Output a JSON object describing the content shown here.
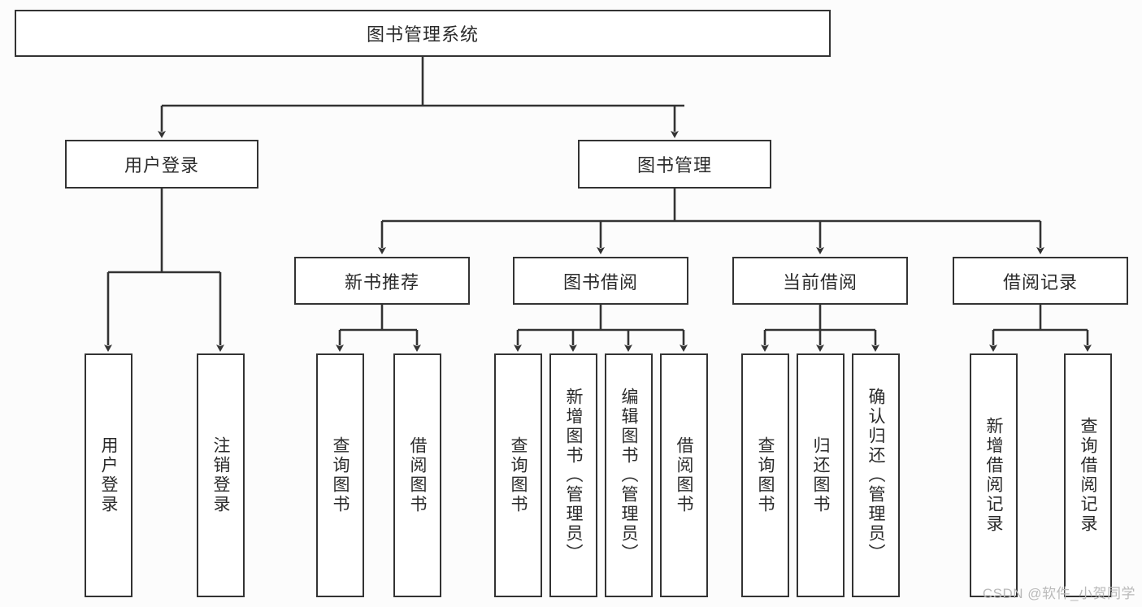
{
  "diagram": {
    "title": "图书管理系统",
    "type": "tree",
    "orientation": "top-down",
    "colors": {
      "background": "#fcfcfc",
      "box_fill": "#ffffff",
      "line": "#333333",
      "text": "#2b2b2b",
      "watermark": "#b9b9b9"
    },
    "root": {
      "label": "图书管理系统"
    },
    "level2": [
      {
        "label": "用户登录"
      },
      {
        "label": "图书管理"
      }
    ],
    "level3": [
      {
        "label": "新书推荐"
      },
      {
        "label": "图书借阅"
      },
      {
        "label": "当前借阅"
      },
      {
        "label": "借阅记录"
      }
    ],
    "leaves": {
      "user_login": [
        {
          "label": "用户登录"
        },
        {
          "label": "注销登录"
        }
      ],
      "new_book_recommend": [
        {
          "label": "查询图书"
        },
        {
          "label": "借阅图书"
        }
      ],
      "book_borrow": [
        {
          "label": "查询图书"
        },
        {
          "label": "新增图书（管理员）"
        },
        {
          "label": "编辑图书（管理员）"
        },
        {
          "label": "借阅图书"
        }
      ],
      "current_borrow": [
        {
          "label": "查询图书"
        },
        {
          "label": "归还图书"
        },
        {
          "label": "确认归还（管理员）"
        }
      ],
      "borrow_record": [
        {
          "label": "新增借阅记录"
        },
        {
          "label": "查询借阅记录"
        }
      ]
    },
    "watermark": "CSDN @软件_小贺同学"
  }
}
